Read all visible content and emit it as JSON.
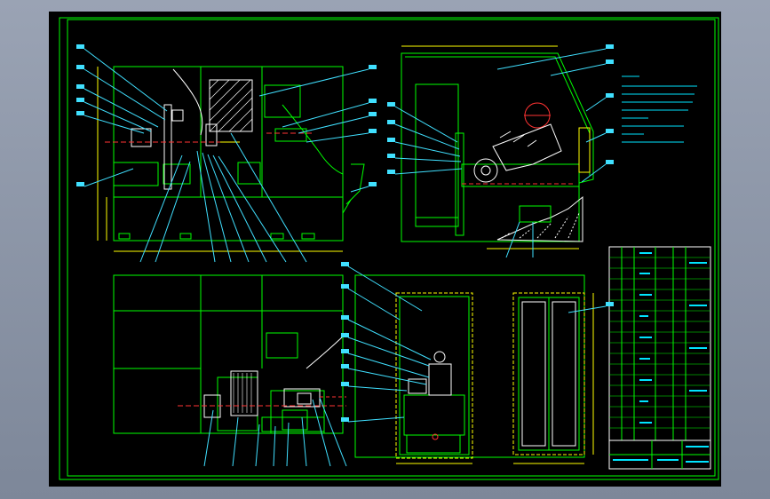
{
  "viewer": {
    "background_colors": [
      "#9aa3b4",
      "#7d8799"
    ],
    "canvas_color": "#000000"
  },
  "drawing": {
    "colors": {
      "outline": "#00ff00",
      "leaders": "#40e0ff",
      "notes": "#00e5ff",
      "dimensions": "#ffff00",
      "sections": "#ff3333",
      "white": "#ffffff",
      "magenta": "#ff40ff",
      "hatch": "#ffffff"
    },
    "views": [
      "front-view",
      "side-view",
      "plan-view",
      "electrical-cabinet-view",
      "door-view"
    ],
    "icons": {
      "title_block": "grid-table",
      "balloons": "leader-line-tag"
    }
  }
}
